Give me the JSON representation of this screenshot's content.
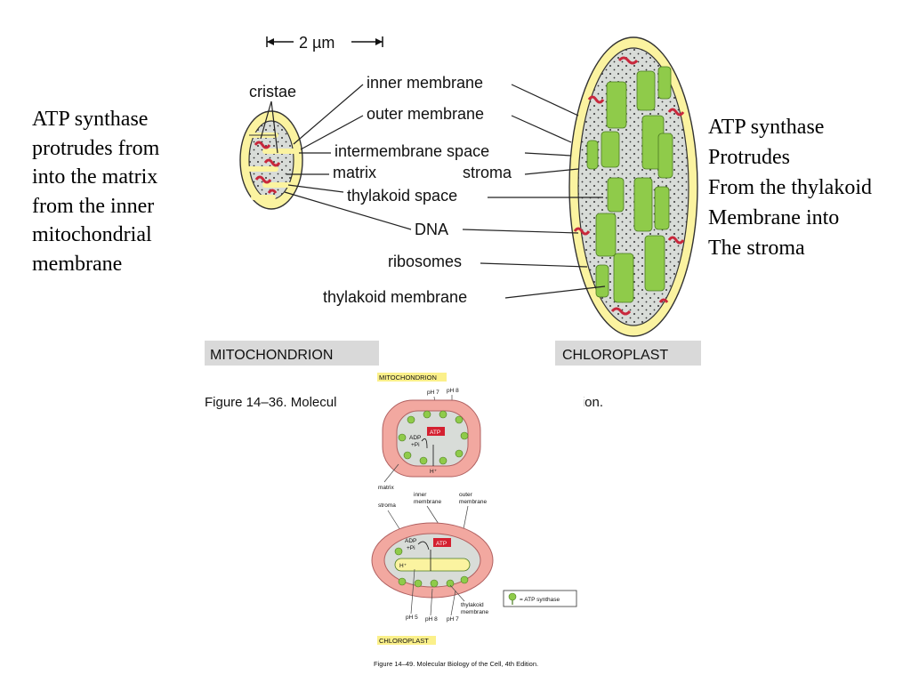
{
  "left_note": {
    "lines": [
      "ATP synthase",
      "protrudes from",
      "into the matrix",
      "from the inner",
      "mitochondrial",
      "membrane"
    ]
  },
  "right_note": {
    "lines": [
      "ATP synthase",
      "Protrudes",
      "From the thylakoid",
      "Membrane into",
      "The stroma"
    ]
  },
  "top_figure": {
    "scale_bar": "2 µm",
    "labels": {
      "cristae": "cristae",
      "inner_membrane": "inner membrane",
      "outer_membrane": "outer membrane",
      "intermembrane_space": "intermembrane space",
      "matrix": "matrix",
      "stroma": "stroma",
      "thylakoid_space": "thylakoid space",
      "dna": "DNA",
      "ribosomes": "ribosomes",
      "thylakoid_membrane": "thylakoid membrane"
    },
    "mitochondrion_box": "MITOCHONDRION",
    "chloroplast_box": "CHLOROPLAST",
    "caption_left": "Figure 14–36. Molecul",
    "caption_right": "dition."
  },
  "bottom_figure": {
    "mito_tag": "MITOCHONDRION",
    "ph7": "pH 7",
    "ph8_top": "pH 8",
    "adp": "ADP",
    "pi": "+Pi",
    "atp_top": "ATP",
    "hplus_top": "H⁺",
    "matrix": "matrix",
    "inner_membrane_1": "inner",
    "inner_membrane_2": "membrane",
    "outer_membrane_1": "outer",
    "outer_membrane_2": "membrane",
    "stroma": "stroma",
    "adp2": "ADP",
    "pi2": "+Pi",
    "atp_bottom": "ATP",
    "hplus": "H⁺",
    "legend": "= ATP synthase",
    "thylakoid_membrane_1": "thylakoid",
    "thylakoid_membrane_2": "membrane",
    "ph5": "pH 5",
    "ph8_bottom": "pH 8",
    "ph7_bottom": "pH 7",
    "chloro_tag": "CHLOROPLAST",
    "caption": "Figure 14–49. Molecular Biology of the Cell, 4th Edition."
  },
  "colors": {
    "membrane_yellow": "#fbf3a0",
    "interior_gray": "#d8dcd8",
    "thylakoid_green": "#8fcb4a",
    "dna_red": "#c8283c",
    "pink": "#f2a8a0",
    "atp_red": "#d42030",
    "tag_yellow": "#fbf08a",
    "box_gray": "#d9d9d9"
  }
}
